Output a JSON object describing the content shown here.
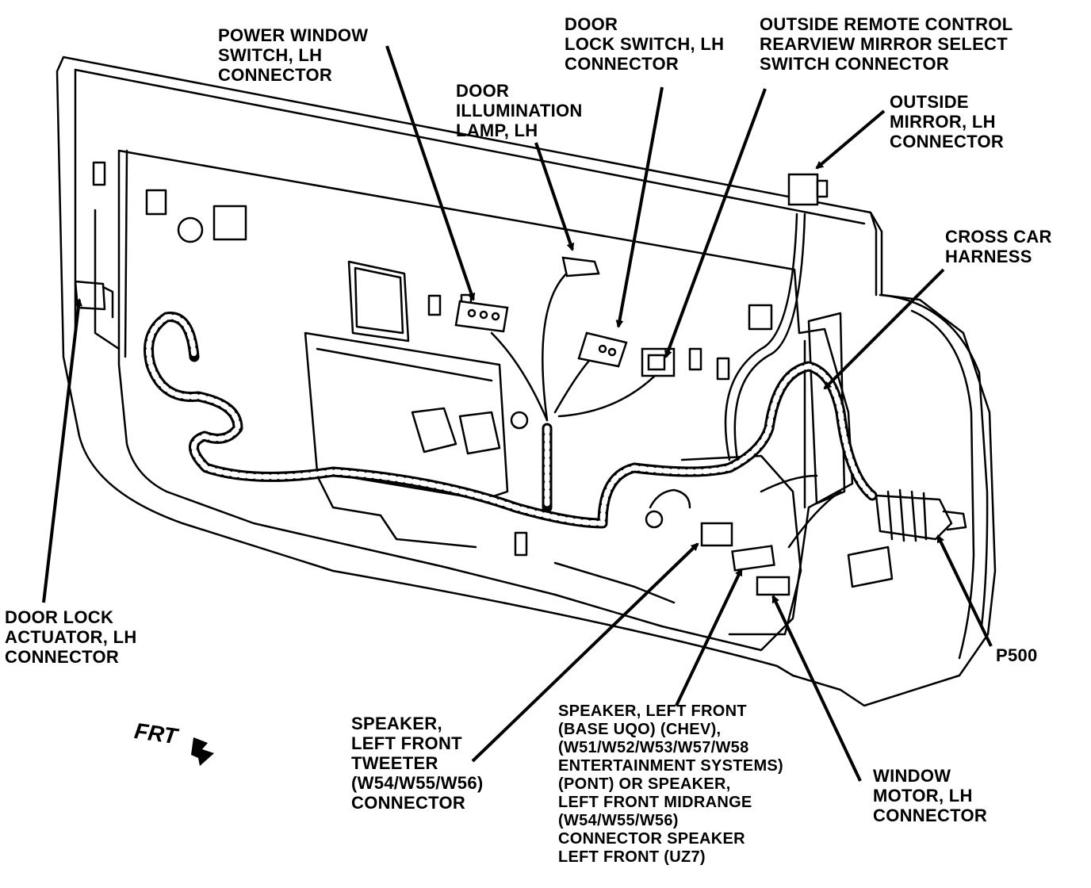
{
  "labels": {
    "power_window": [
      "POWER WINDOW",
      "SWITCH, LH",
      "CONNECTOR"
    ],
    "door_lock_switch": [
      "DOOR",
      "LOCK SWITCH, LH",
      "CONNECTOR"
    ],
    "remote_mirror": [
      "OUTSIDE REMOTE CONTROL",
      "REARVIEW MIRROR SELECT",
      "SWITCH CONNECTOR"
    ],
    "illumination": [
      "DOOR",
      "ILLUMINATION",
      "LAMP, LH"
    ],
    "outside_mirror": [
      "OUTSIDE",
      "MIRROR, LH",
      "CONNECTOR"
    ],
    "cross_car": [
      "CROSS CAR",
      "HARNESS"
    ],
    "lock_actuator": [
      "DOOR LOCK",
      "ACTUATOR, LH",
      "CONNECTOR"
    ],
    "p500": [
      "P500"
    ],
    "tweeter": [
      "SPEAKER,",
      "LEFT FRONT",
      "TWEETER",
      "(W54/W55/W56)",
      "CONNECTOR"
    ],
    "speaker_front": [
      "SPEAKER, LEFT FRONT",
      "(BASE UQO) (CHEV),",
      "(W51/W52/W53/W57/W58",
      "ENTERTAINMENT SYSTEMS)",
      "(PONT) OR SPEAKER,",
      "LEFT FRONT MIDRANGE",
      "(W54/W55/W56)",
      "CONNECTOR SPEAKER",
      "LEFT FRONT (UZ7)"
    ],
    "window_motor": [
      "WINDOW",
      "MOTOR, LH",
      "CONNECTOR"
    ]
  },
  "frt": "FRT",
  "colors": {
    "ink": "#000000",
    "paper": "#ffffff"
  }
}
